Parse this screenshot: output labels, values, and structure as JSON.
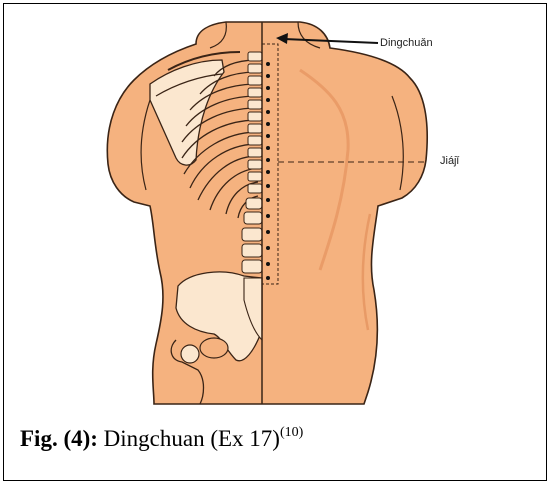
{
  "figure": {
    "labels": {
      "top": "Dingchuǎn",
      "middle": "Jiájǐ"
    },
    "caption": {
      "prefix": "Fig. (4):",
      "text": " Dingchuan (Ex 17)",
      "superscript": "(10)"
    },
    "colors": {
      "skin": "#f5b27f",
      "skin_shadow": "#e08a55",
      "outline": "#3a2416",
      "bone": "#fbe7cf",
      "point": "#111111",
      "frame": "#000000"
    }
  }
}
